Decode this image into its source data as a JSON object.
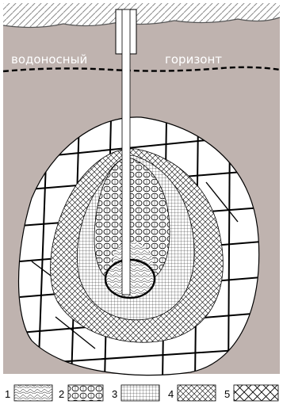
{
  "labels": {
    "left": "водоносный",
    "right": "горизонт"
  },
  "legend": [
    {
      "num": "1",
      "pattern": "p1"
    },
    {
      "num": "2",
      "pattern": "p2"
    },
    {
      "num": "3",
      "pattern": "p3"
    },
    {
      "num": "4",
      "pattern": "p4"
    },
    {
      "num": "5",
      "pattern": "p5"
    }
  ],
  "colors": {
    "rock": "#bfb3af",
    "surface_hatch": "#8c8c8c",
    "cavity_outer": "#ffffff",
    "line": "#000000"
  }
}
